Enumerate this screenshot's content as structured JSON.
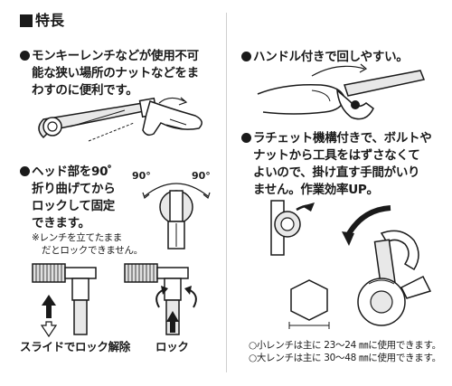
{
  "heading": "特長",
  "left": {
    "feature1": {
      "line1": "モンキーレンチなどが使用不可",
      "line2": "能な狭い場所のナットなどをま",
      "line3": "わすのに便利です。"
    },
    "feature2": {
      "line1": "ヘッド部を90゜",
      "line2": "折り曲げてから",
      "line3": "ロックして固定",
      "line4": "できます。",
      "note1": "※レンチを立てたまま",
      "note2": "だとロックできません。",
      "angle_left": "90°",
      "angle_right": "90°"
    },
    "captions": {
      "unlock": "スライドでロック解除",
      "lock": "ロック"
    }
  },
  "right": {
    "feature3": {
      "line1": "ハンドル付きで回しやすい。"
    },
    "feature4": {
      "line1": "ラチェット機構付きで、ボルトや",
      "line2": "ナットから工具をはずさなくて",
      "line3": "よいので、掛け直す手間がいり",
      "line4": "ません。作業効率UP。"
    },
    "notes": {
      "small_wrench": "○小レンチは主に 23～24 ㎜に使用できます。",
      "large_wrench": "○大レンチは主に 30～48 ㎜に使用できます。"
    }
  },
  "colors": {
    "ink": "#1a1a1a",
    "gray": "#9a9a9a",
    "light": "#e6e6e6",
    "divider": "#cfcfcf"
  }
}
